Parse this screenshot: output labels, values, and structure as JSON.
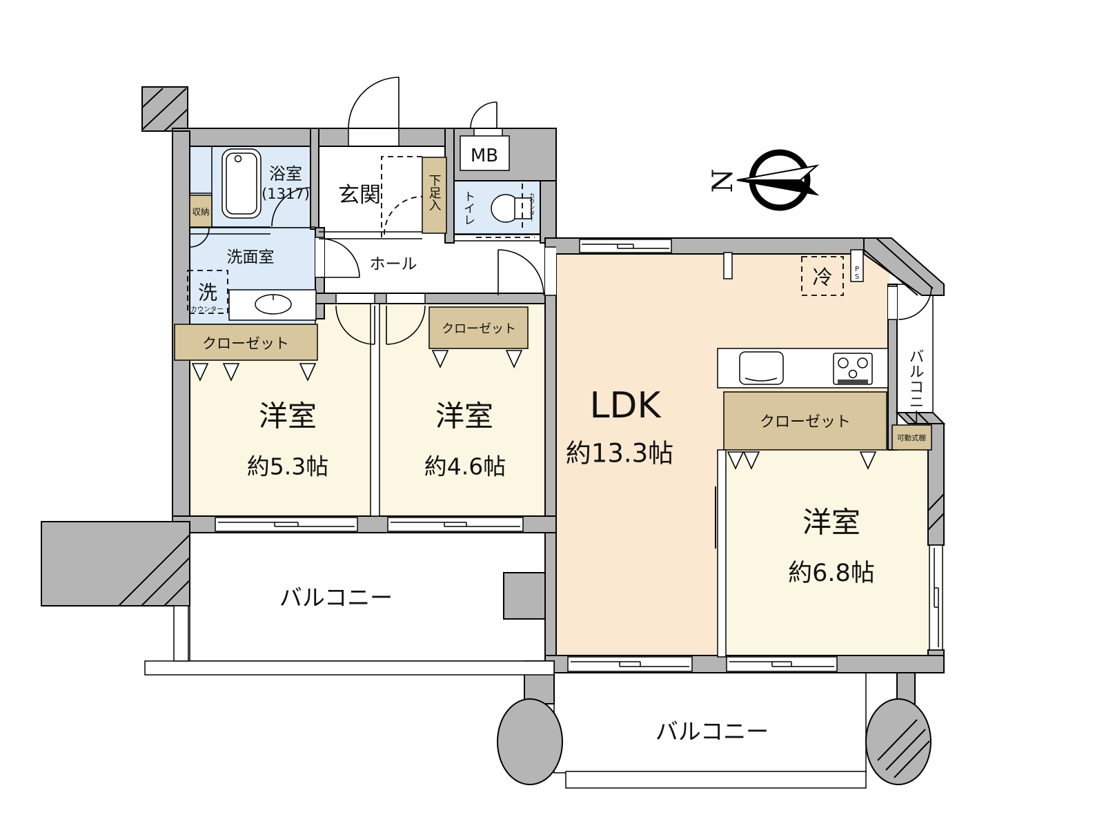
{
  "labels": {
    "bath": "浴室",
    "bath_size": "(1317)",
    "storage": "収納",
    "washroom": "洗面室",
    "washer": "洗",
    "washer_counter": "カウンター",
    "entrance": "玄関",
    "shoe_cabinet": "下足入",
    "meter_box": "MB",
    "toilet": "トイレ",
    "toilet_counter": "カウンター",
    "hall": "ホール",
    "closet_bedroom1": "クローゼット",
    "closet_bedroom2": "クローゼット",
    "closet_ldk": "クローゼット",
    "movable_shelf": "可動式棚",
    "bedroom1": "洋室",
    "bedroom1_size": "約5.3帖",
    "bedroom2": "洋室",
    "bedroom2_size": "約4.6帖",
    "bedroom3": "洋室",
    "bedroom3_size": "約6.8帖",
    "ldk": "LDK",
    "ldk_size": "約13.3帖",
    "balcony_left": "バルコニー",
    "balcony_bottom": "バルコニー",
    "balcony_right": "バルコニー",
    "refrigerator": "冷",
    "pipe_space": "PS",
    "compass_north": "N"
  },
  "colors": {
    "wall": "#b5b5b5",
    "room_cream": "#fcf7e2",
    "ldk_peach": "#fae8d1",
    "water_blue": "#dcebf7",
    "closet_tan": "#d8c79e",
    "outline": "#000000",
    "background": "#ffffff"
  }
}
